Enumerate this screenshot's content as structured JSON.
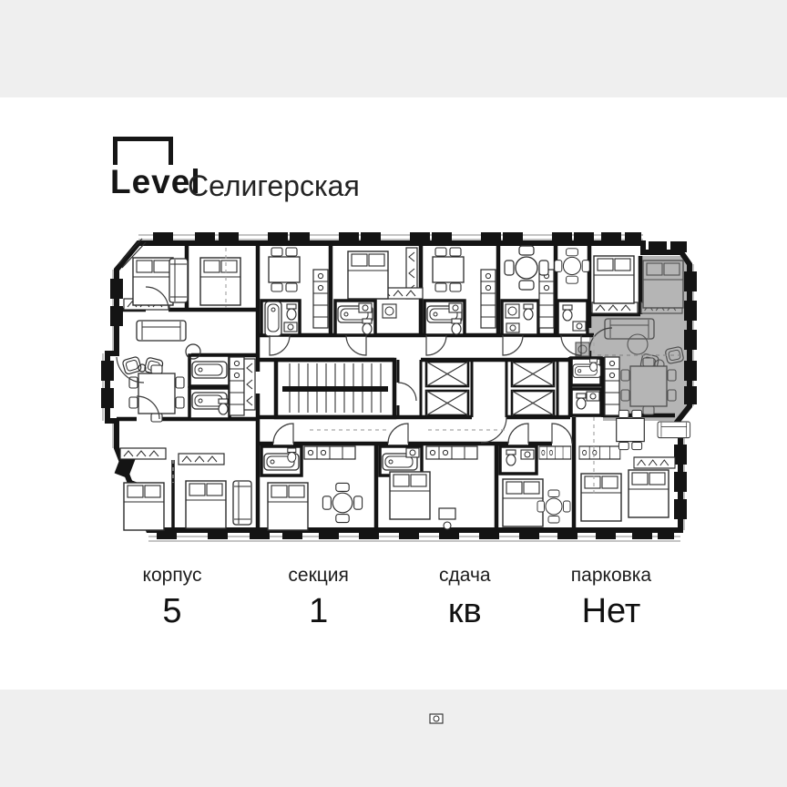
{
  "page": {
    "background": "#efefef",
    "card_background": "#ffffff"
  },
  "logo": {
    "brand": "Level",
    "project": "Селигерская"
  },
  "floorplan": {
    "highlight_color": "#b5b5b5",
    "wall_color": "#141414",
    "icons": {
      "staircase": "staircase-icon",
      "elevator": "elevator-x-icon",
      "bed": "bed-icon",
      "bathtub": "bathtub-icon",
      "toilet": "toilet-icon",
      "dining-table": "dining-table-icon"
    }
  },
  "stats": [
    {
      "label": "корпус",
      "value": "5"
    },
    {
      "label": "секция",
      "value": "1"
    },
    {
      "label": "сдача",
      "value": "кв"
    },
    {
      "label": "парковка",
      "value": "Нет"
    }
  ]
}
